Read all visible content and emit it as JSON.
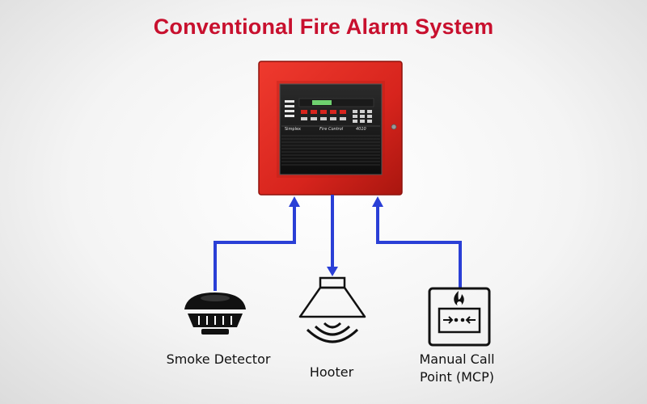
{
  "title": "Conventional Fire Alarm System",
  "panel": {
    "brand_text": "Simplex",
    "model_text": "Fire Control",
    "number_text": "4010"
  },
  "devices": {
    "smoke_detector": "Smoke Detector",
    "hooter": "Hooter",
    "mcp_line1": "Manual Call",
    "mcp_line2": "Point (MCP)"
  },
  "colors": {
    "title": "#c8102e",
    "panel": "#d7241d",
    "wire": "#2a3fd6"
  },
  "icons": [
    "smoke-detector-icon",
    "hooter-icon",
    "manual-call-point-icon",
    "flame-icon"
  ]
}
